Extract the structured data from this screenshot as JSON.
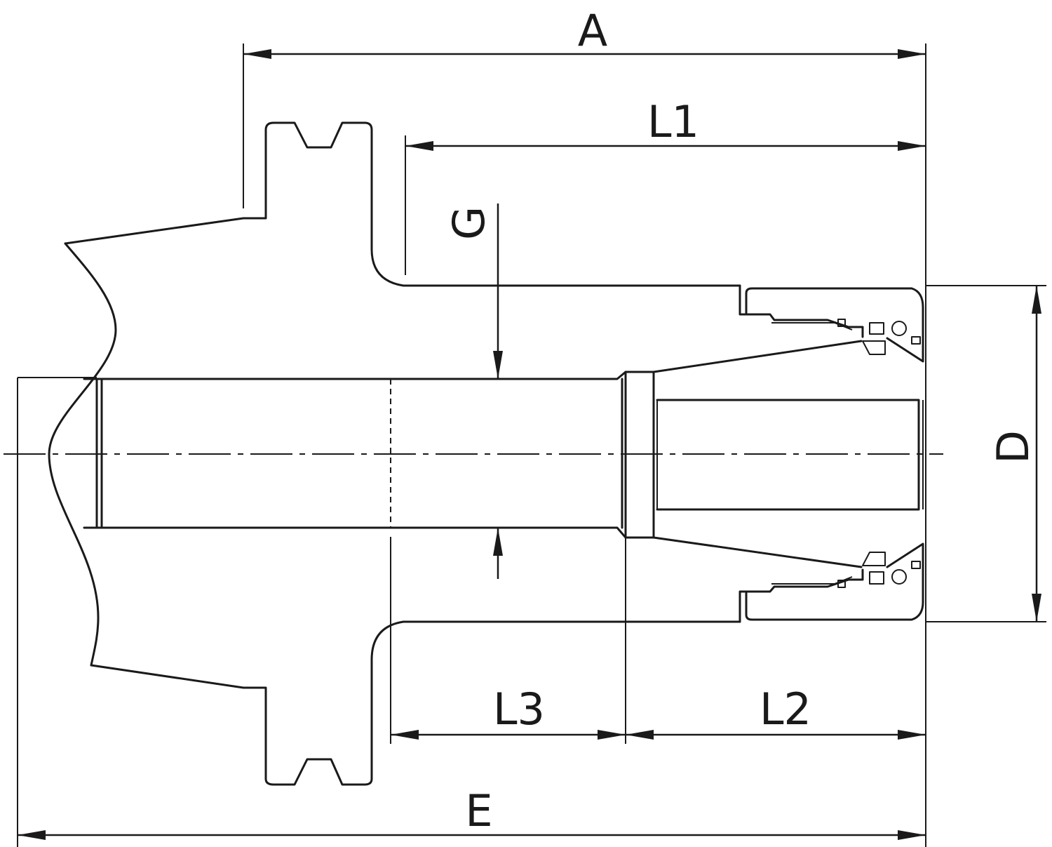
{
  "labels": {
    "a": "A",
    "l1": "L1",
    "g": "G",
    "d": "D",
    "l3": "L3",
    "l2": "L2",
    "e": "E"
  }
}
